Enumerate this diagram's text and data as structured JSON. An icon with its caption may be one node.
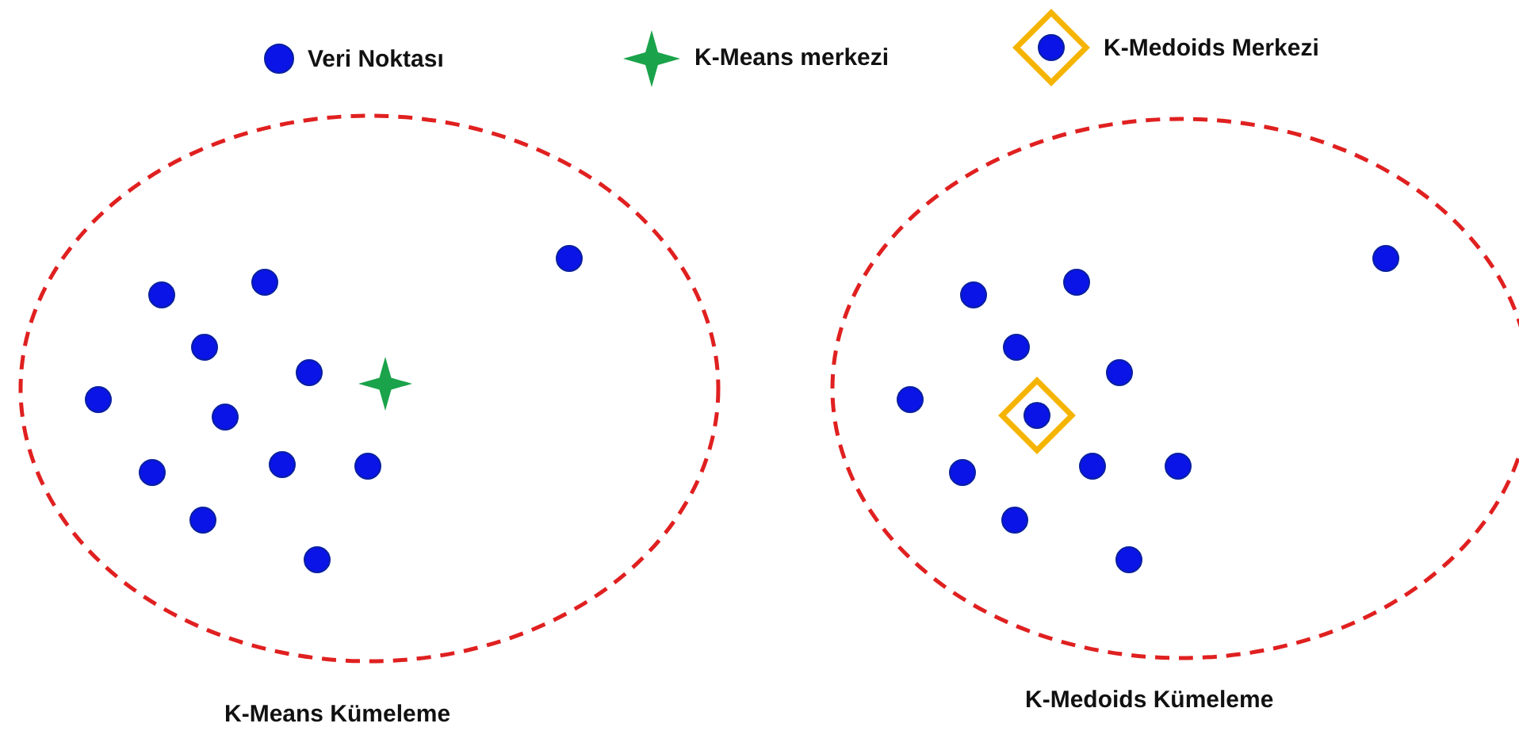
{
  "diagram": {
    "nodes": [
      {
        "text": [
          "K-Means Kümeleme"
        ]
      },
      {
        "text": [
          "K-Medoids Kümeleme"
        ]
      }
    ],
    "legend": [
      {
        "text": "Veri Noktası"
      },
      {
        "text": "K-Means merkezi"
      },
      {
        "text": "K-Medoids Merkezi"
      }
    ]
  }
}
